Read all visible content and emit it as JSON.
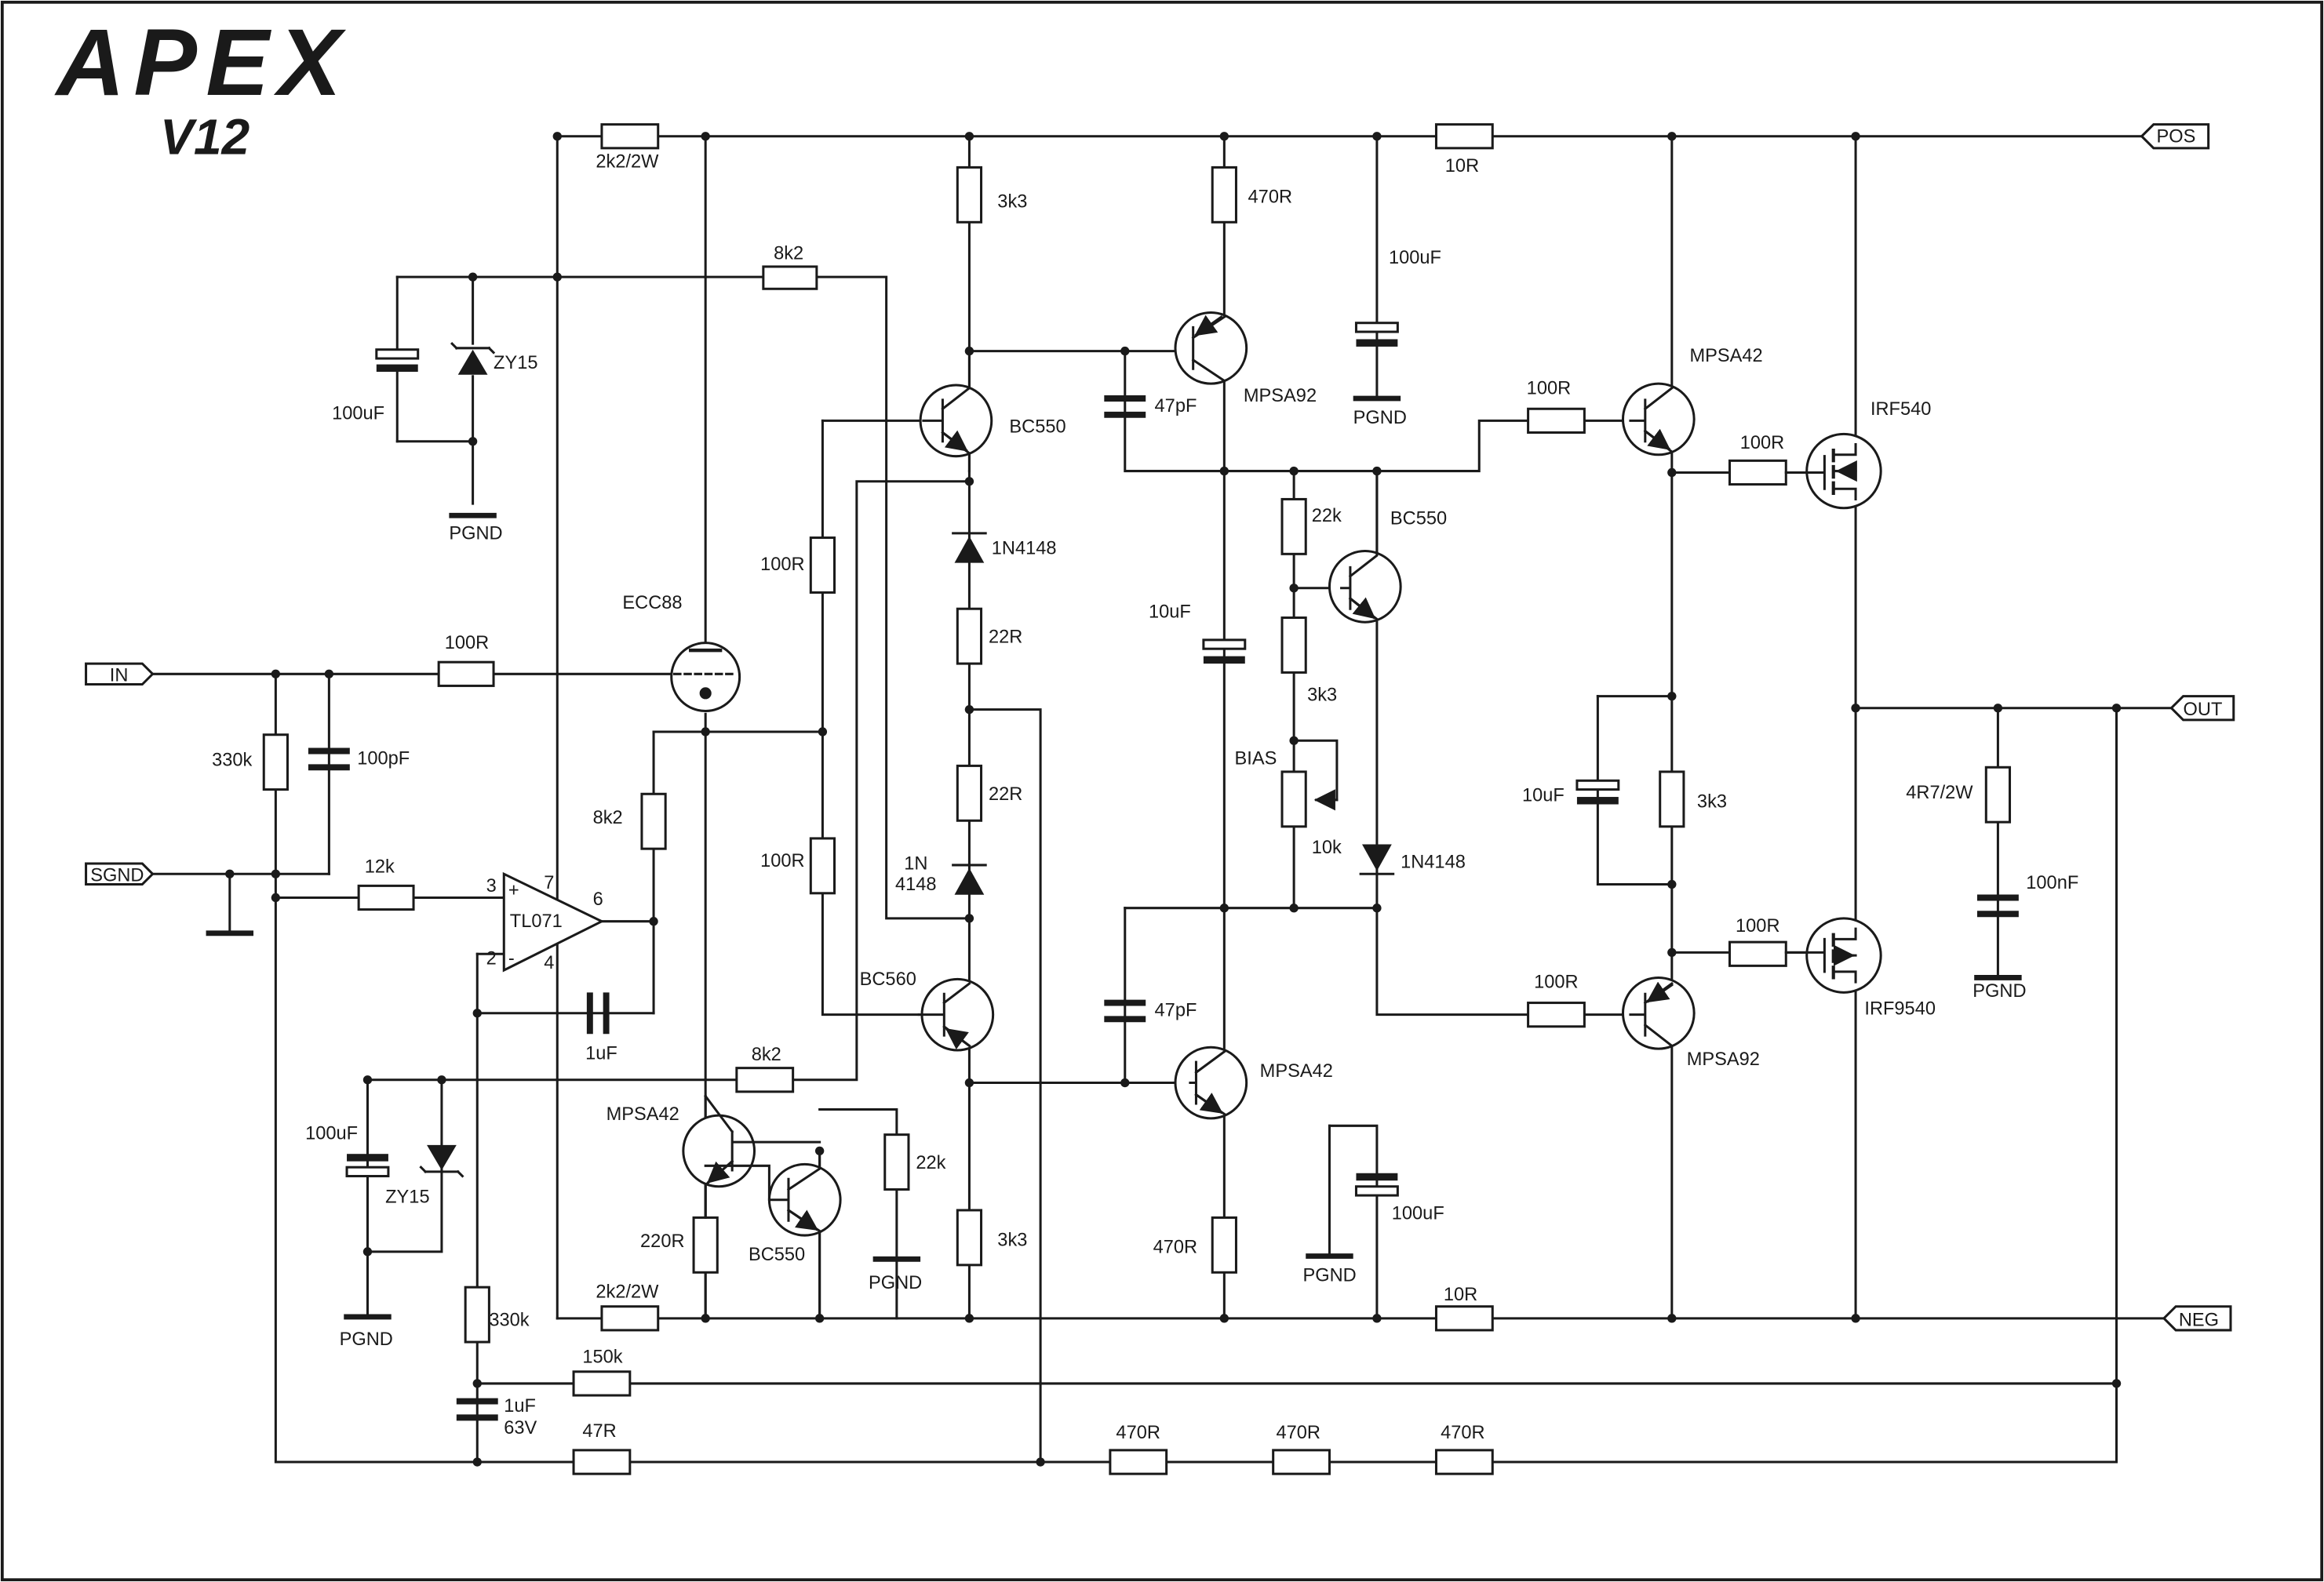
{
  "title": {
    "logo": "APEX",
    "model": "V12"
  },
  "ports": {
    "in": "IN",
    "sgnd": "SGND",
    "pos": "POS",
    "neg": "NEG",
    "out": "OUT"
  },
  "ground_label": "PGND",
  "tube": {
    "name": "ECC88"
  },
  "opamp": {
    "name": "TL071",
    "pin_plus": "+",
    "pin_minus": "-",
    "pin3": "3",
    "pin2": "2",
    "pin7": "7",
    "pin4": "4",
    "pin6": "6"
  },
  "resistors": {
    "r_2k2_top": "2k2/2W",
    "r_2k2_bot": "2k2/2W",
    "r_8k2_top": "8k2",
    "r_8k2_bot": "8k2",
    "r_8k2_fb": "8k2",
    "r_3k3_top": "3k3",
    "r_3k3_bot": "3k3",
    "r_3k3_right": "3k3",
    "r_3k3_bias": "3k3",
    "r_470_top": "470R",
    "r_470_bot": "470R",
    "r_10r_top": "10R",
    "r_10r_bot": "10R",
    "r_100r_in": "100R",
    "r_100r_up": "100R",
    "r_100r_low": "100R",
    "r_100r_qa": "100R",
    "r_100r_qb": "100R",
    "r_100r_ga": "100R",
    "r_100r_gb": "100R",
    "r_22r_1": "22R",
    "r_22r_2": "22R",
    "r_330k_in": "330k",
    "r_330k_fb": "330k",
    "r_12k": "12k",
    "r_22k": "22k",
    "r_22k_b": "22k",
    "r_220r": "220R",
    "r_150k": "150k",
    "r_47r": "47R",
    "r_470_a": "470R",
    "r_470_b": "470R",
    "r_470_c": "470R",
    "r_zobel": "4R7/2W",
    "r_bias": "BIAS",
    "r_bias_value": "10k"
  },
  "capacitors": {
    "c_100uf_tl": "100uF",
    "c_100uf_top": "100uF",
    "c_100uf_bl": "100uF",
    "c_100uf_bot": "100uF",
    "c_100pf": "100pF",
    "c_47pf_top": "47pF",
    "c_47pf_bot": "47pF",
    "c_10uf_mid": "10uF",
    "c_10uf_right": "10uF",
    "c_1uf": "1uF",
    "c_1uf_63_a": "1uF",
    "c_1uf_63_b": "63V",
    "c_100nf": "100nF"
  },
  "diodes": {
    "z_top": "ZY15",
    "z_bot": "ZY15",
    "d_1n_top": "1N4148",
    "d_1n_mid_a": "1N",
    "d_1n_mid_b": "4148",
    "d_1n_bias": "1N4148"
  },
  "transistors": {
    "q_bc550_a": "BC550",
    "q_bc560": "BC560",
    "q_mpsa92_a": "MPSA92",
    "q_mpsa42_a": "MPSA42",
    "q_bc550_vbe": "BC550",
    "q_mpsa42_drv": "MPSA42",
    "q_mpsa92_drv": "MPSA92",
    "q_mpsa42_cs": "MPSA42",
    "q_bc550_cs": "BC550",
    "m_irf540": "IRF540",
    "m_irf9540": "IRF9540"
  }
}
